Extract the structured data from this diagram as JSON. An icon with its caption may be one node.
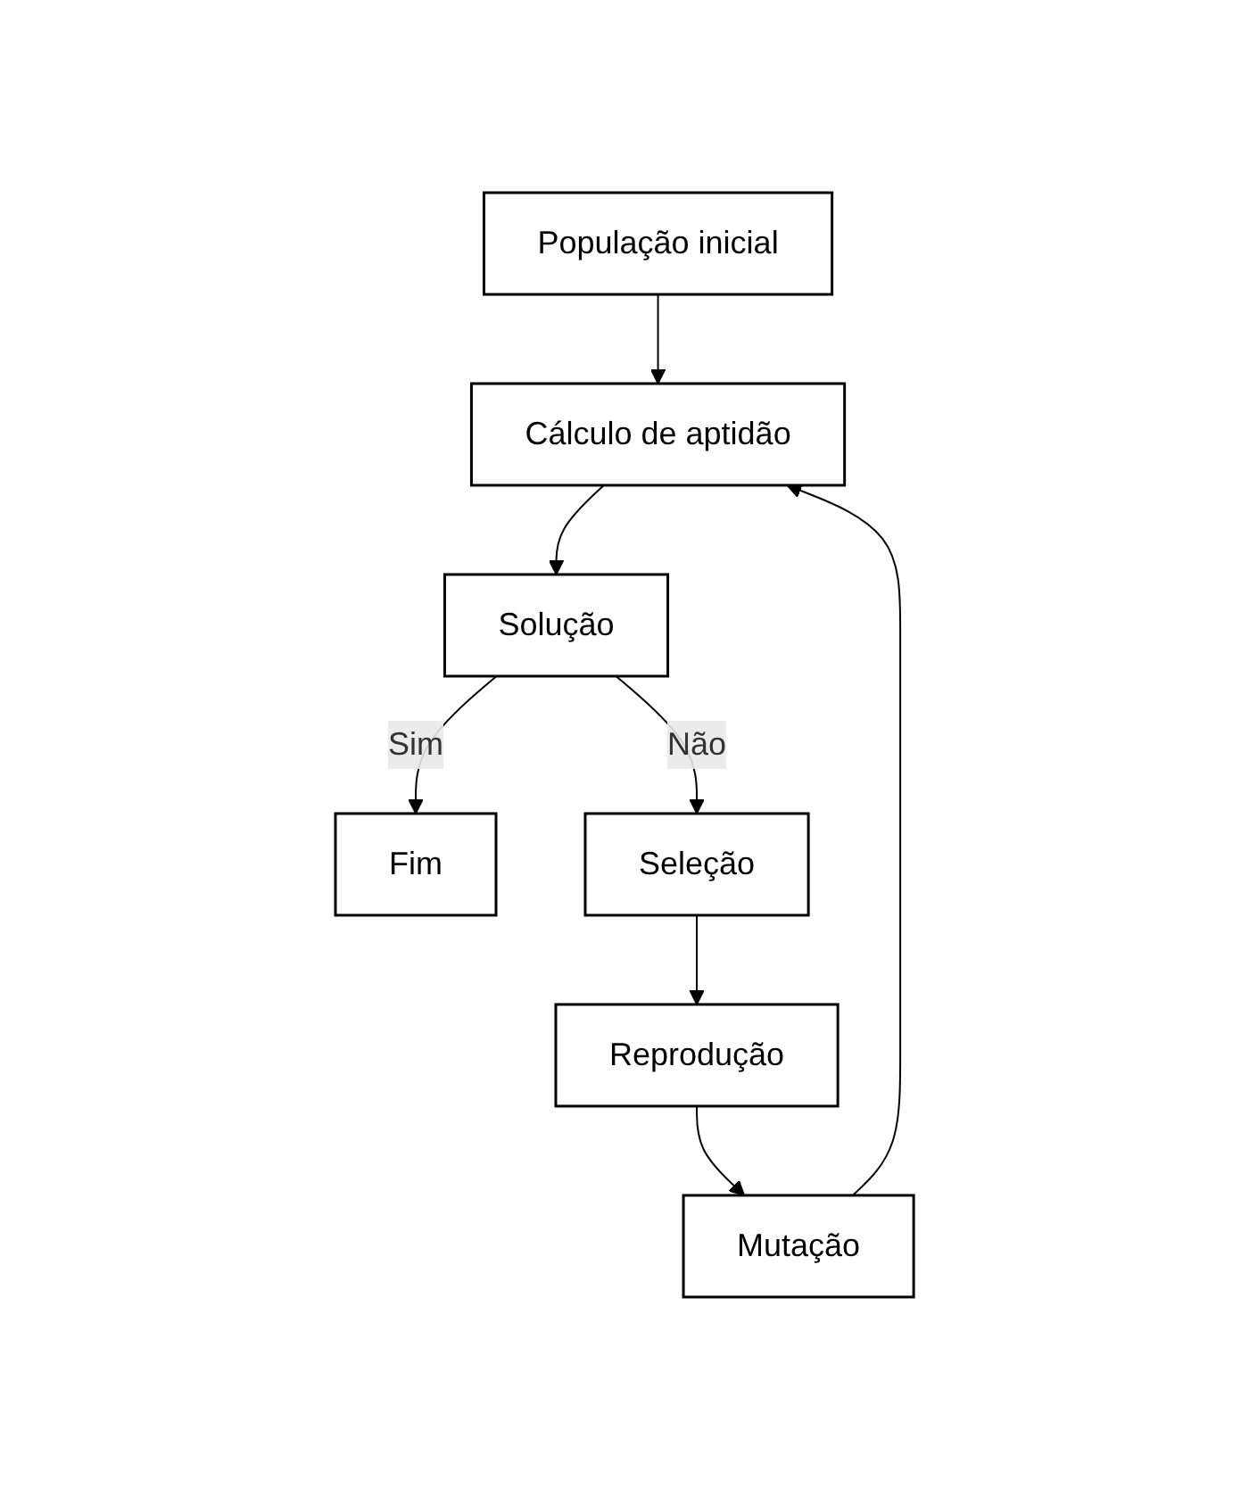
{
  "diagram": {
    "nodes": [
      {
        "text": [
          "População inicial"
        ]
      },
      {
        "text": [
          "Cálculo de aptidão"
        ]
      },
      {
        "text": [
          "Solução"
        ]
      },
      {
        "text": [
          "Fim"
        ]
      },
      {
        "text": [
          "Seleção"
        ]
      },
      {
        "text": [
          "Reprodução"
        ]
      },
      {
        "text": [
          "Mutação"
        ]
      }
    ],
    "edges": [
      {
        "from": 0,
        "to": 1,
        "arrow": "to"
      },
      {
        "from": 1,
        "to": 2,
        "arrow": "to"
      },
      {
        "from": 2,
        "to": 3,
        "arrow": "to",
        "label": "Sim"
      },
      {
        "from": 2,
        "to": 4,
        "arrow": "to",
        "label": "Não"
      },
      {
        "from": 4,
        "to": 5,
        "arrow": "to"
      },
      {
        "from": 5,
        "to": 6,
        "arrow": "to"
      },
      {
        "from": 6,
        "to": 1,
        "arrow": "to"
      }
    ]
  }
}
